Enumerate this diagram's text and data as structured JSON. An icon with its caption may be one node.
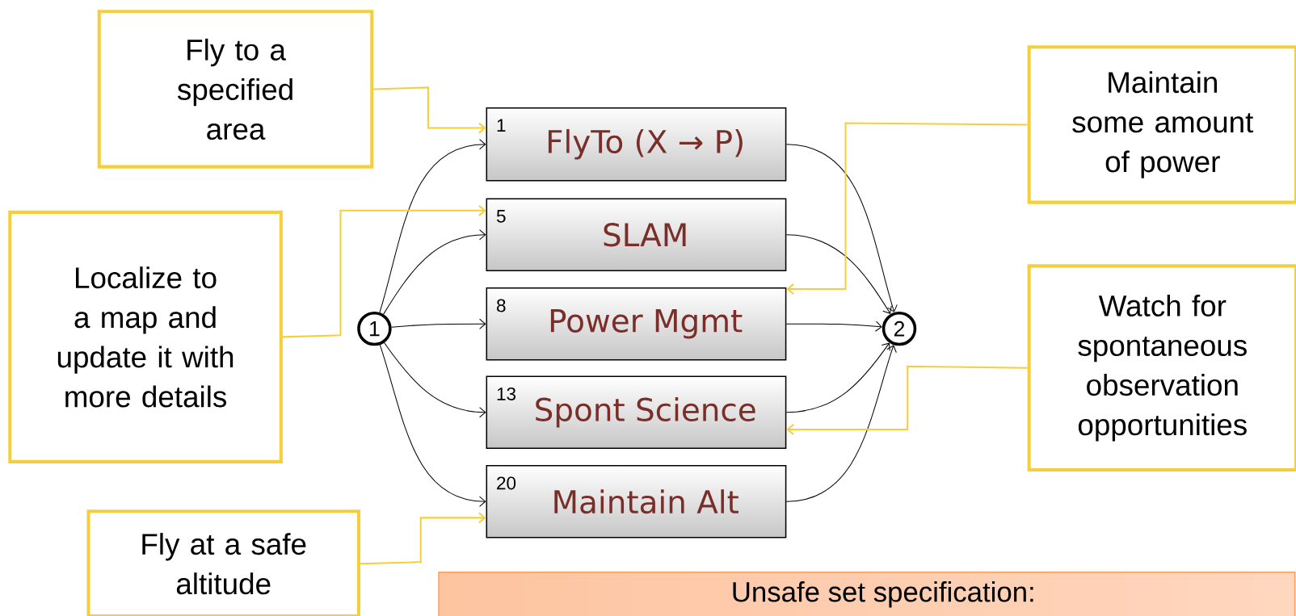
{
  "diagram": {
    "nodes": [
      {
        "text": [
          "Fly to a specified area"
        ]
      },
      {
        "text": [
          "Maintain some amount of power"
        ]
      },
      {
        "text": [
          "Localize to a map and update it with more details"
        ]
      },
      {
        "text": [
          "Watch for spontaneous observation opportunities"
        ]
      },
      {
        "text": [
          "Fly at a safe altitude"
        ]
      },
      {
        "text": [
          "1"
        ]
      },
      {
        "text": [
          "1",
          "FlyTo (X → P)"
        ]
      },
      {
        "text": [
          "5",
          "SLAM"
        ]
      },
      {
        "text": [
          "8",
          "Power Mgmt"
        ]
      },
      {
        "text": [
          "13",
          "Spont Science"
        ]
      },
      {
        "text": [
          "20",
          "Maintain Alt"
        ]
      },
      {
        "text": [
          "2"
        ]
      },
      {
        "text": [
          "Unsafe set specification:"
        ]
      }
    ],
    "edges": [
      {
        "from": 5,
        "to": 6,
        "arrow": "to"
      },
      {
        "from": 5,
        "to": 7,
        "arrow": "to"
      },
      {
        "from": 5,
        "to": 8,
        "arrow": "to"
      },
      {
        "from": 5,
        "to": 9,
        "arrow": "to"
      },
      {
        "from": 5,
        "to": 10,
        "arrow": "to"
      },
      {
        "from": 6,
        "to": 11,
        "arrow": "to"
      },
      {
        "from": 7,
        "to": 11,
        "arrow": "to"
      },
      {
        "from": 8,
        "to": 11,
        "arrow": "to"
      },
      {
        "from": 9,
        "to": 11,
        "arrow": "to"
      },
      {
        "from": 10,
        "to": 11,
        "arrow": "to"
      },
      {
        "from": 0,
        "to": 6,
        "arrow": "to",
        "color": "#f5cf3b"
      },
      {
        "from": 2,
        "to": 7,
        "arrow": "to",
        "color": "#f5cf3b"
      },
      {
        "from": 4,
        "to": 10,
        "arrow": "to",
        "color": "#f5cf3b"
      },
      {
        "from": 1,
        "to": 8,
        "arrow": "to",
        "color": "#f5cf3b"
      },
      {
        "from": 3,
        "to": 9,
        "arrow": "to",
        "color": "#f5cf3b"
      }
    ]
  }
}
